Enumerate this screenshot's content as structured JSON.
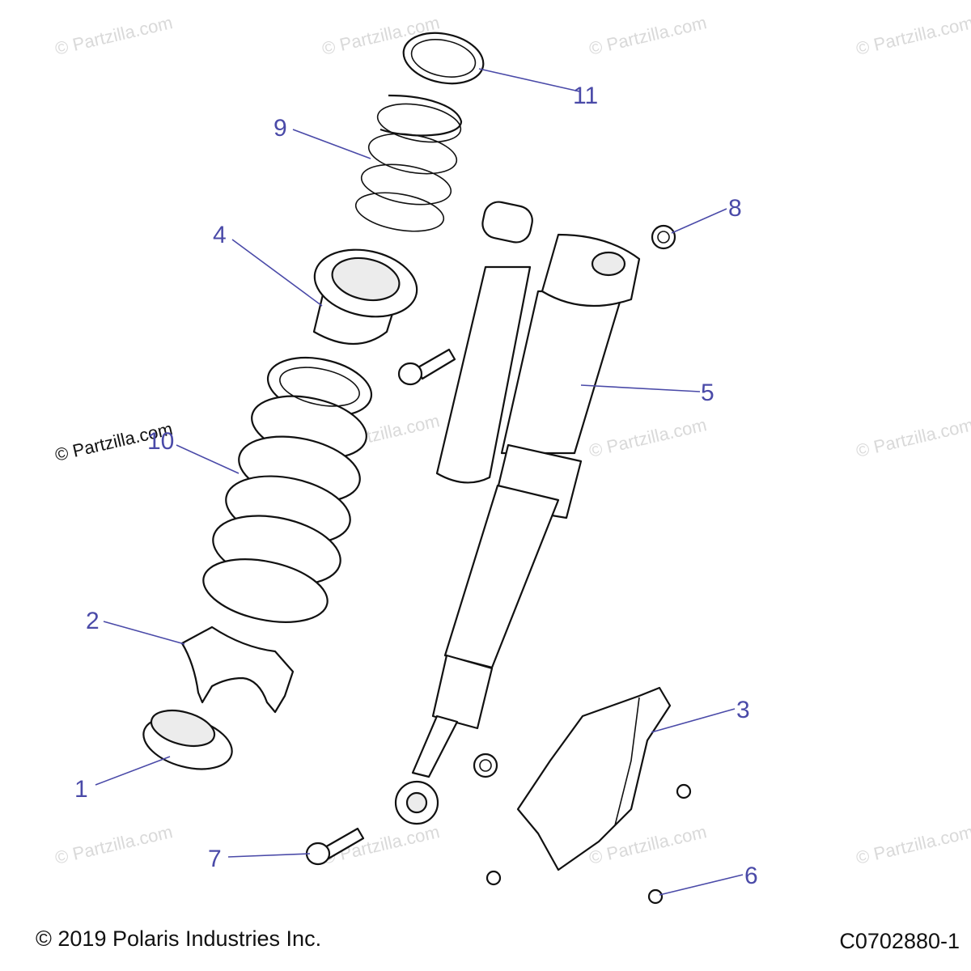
{
  "watermark_text": "© Partzilla.com",
  "callouts": [
    {
      "label": "1"
    },
    {
      "label": "2"
    },
    {
      "label": "3"
    },
    {
      "label": "4"
    },
    {
      "label": "5"
    },
    {
      "label": "6"
    },
    {
      "label": "7"
    },
    {
      "label": "8"
    },
    {
      "label": "9"
    },
    {
      "label": "10"
    },
    {
      "label": "11"
    }
  ],
  "footer": {
    "copyright": "© 2019 Polaris Industries Inc.",
    "diagram_id": "C0702880-1"
  },
  "colors": {
    "callout": "#4a4aa8",
    "linework": "#111111",
    "watermark": "#d9d9d9"
  }
}
